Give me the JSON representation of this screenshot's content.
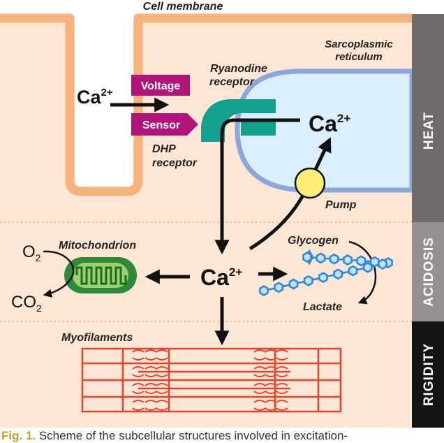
{
  "labels": {
    "cell_membrane": "Cell membrane",
    "sarcoplasmic_line1": "Sarcoplasmic",
    "sarcoplasmic_line2": "reticulum",
    "ryanodine_line1": "Ryanodine",
    "ryanodine_line2": "receptor",
    "voltage": "Voltage",
    "sensor": "Sensor",
    "dhp_line1": "DHP",
    "dhp_line2": "receptor",
    "pump": "Pump",
    "mitochondrion": "Mitochondrion",
    "glycogen": "Glycogen",
    "lactate": "Lactate",
    "myofilaments": "Myofilaments",
    "o2": "O",
    "o2_sub": "2",
    "co2": "CO",
    "co2_sub": "2"
  },
  "calcium": {
    "base": "Ca",
    "sup": "2+"
  },
  "side_bands": [
    "HEAT",
    "ACIDOSIS",
    "RIGIDITY"
  ],
  "caption": {
    "fig": "Fig. 1.",
    "text": " Scheme of the subcellular structures involved in excitation-"
  },
  "colors": {
    "cytoplasm": "#fde6d4",
    "membrane": "#f5b27a",
    "reticulum_fill": "#dcefff",
    "reticulum_border": "#8aa6db",
    "receptor": "#14a08f",
    "voltage_sensor": "#b0137a",
    "pump": "#ffee77",
    "mitochondrion": "#2d8a3a",
    "mitochondrion_inner": "#9fd06b",
    "glycogen": "#2e86de",
    "myofilament": "#e8412c",
    "band_heat": "#706a6a",
    "band_acidosis": "#969090",
    "band_rigidity": "#141414",
    "caption_accent": "#c7a12a"
  }
}
